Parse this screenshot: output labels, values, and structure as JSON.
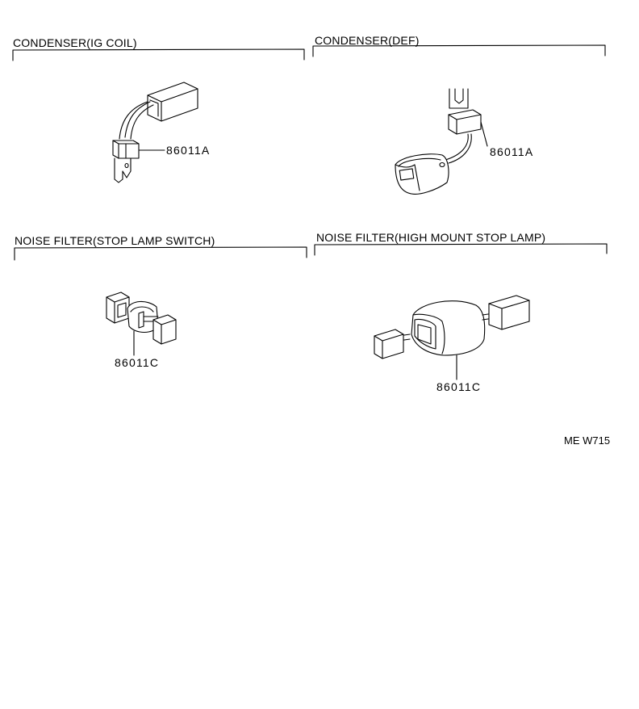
{
  "sections": {
    "condenser_ig_coil": {
      "title": "CONDENSER(IG COIL)",
      "part_number": "86011A"
    },
    "condenser_def": {
      "title": "CONDENSER(DEF)",
      "part_number": "86011A"
    },
    "noise_filter_stop_lamp_switch": {
      "title": "NOISE FILTER(STOP LAMP SWITCH)",
      "part_number": "86011C"
    },
    "noise_filter_high_mount_stop_lamp": {
      "title": "NOISE FILTER(HIGH MOUNT STOP LAMP)",
      "part_number": "86011C"
    }
  },
  "figure_code": "ME W715"
}
